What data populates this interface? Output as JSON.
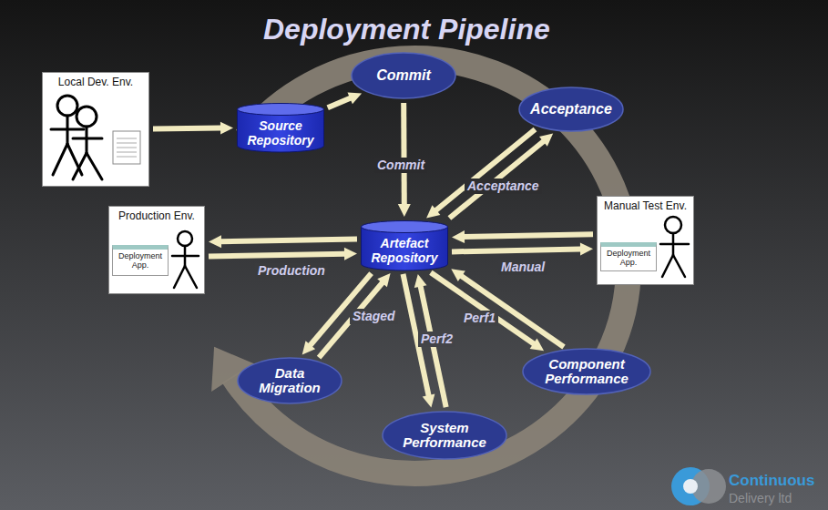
{
  "diagram": {
    "title": "Deployment Pipeline",
    "nodes": [
      {
        "text": [
          "Local Dev. Env."
        ]
      },
      {
        "text": [
          "Source Repository"
        ]
      },
      {
        "text": [
          "Commit"
        ]
      },
      {
        "text": [
          "Acceptance"
        ]
      },
      {
        "text": [
          "Production Env."
        ]
      },
      {
        "text": [
          "Deployment App."
        ],
        "in": 4
      },
      {
        "text": [
          "Artefact Repository"
        ]
      },
      {
        "text": [
          "Manual Test Env."
        ]
      },
      {
        "text": [
          "Deployment App."
        ],
        "in": 7
      },
      {
        "text": [
          "Component Performance"
        ]
      },
      {
        "text": [
          "System Performance"
        ]
      },
      {
        "text": [
          "Data Migration"
        ]
      }
    ],
    "edges": [
      {
        "from": 0,
        "to": 1,
        "arrow": "to"
      },
      {
        "from": 1,
        "to": 2,
        "arrow": "to"
      },
      {
        "from": 2,
        "to": 6,
        "label": "Commit",
        "arrow": "to"
      },
      {
        "from": 6,
        "to": 3,
        "label": "Acceptance",
        "arrow": "to"
      },
      {
        "from": 3,
        "to": 6,
        "arrow": "to"
      },
      {
        "from": 6,
        "to": 7,
        "label": "Manual",
        "arrow": "to"
      },
      {
        "from": 7,
        "to": 6,
        "arrow": "to"
      },
      {
        "from": 6,
        "to": 9,
        "label": "Perf1",
        "arrow": "to"
      },
      {
        "from": 9,
        "to": 6,
        "arrow": "to"
      },
      {
        "from": 6,
        "to": 10,
        "label": "Perf2",
        "arrow": "to"
      },
      {
        "from": 10,
        "to": 6,
        "arrow": "to"
      },
      {
        "from": 6,
        "to": 11,
        "label": "Staged",
        "arrow": "to"
      },
      {
        "from": 11,
        "to": 6,
        "arrow": "to"
      },
      {
        "from": 6,
        "to": 4,
        "label": "Production",
        "arrow": "to"
      },
      {
        "from": 4,
        "to": 6,
        "arrow": "to"
      }
    ],
    "labels": [
      "Continuous",
      "Delivery ltd"
    ]
  }
}
